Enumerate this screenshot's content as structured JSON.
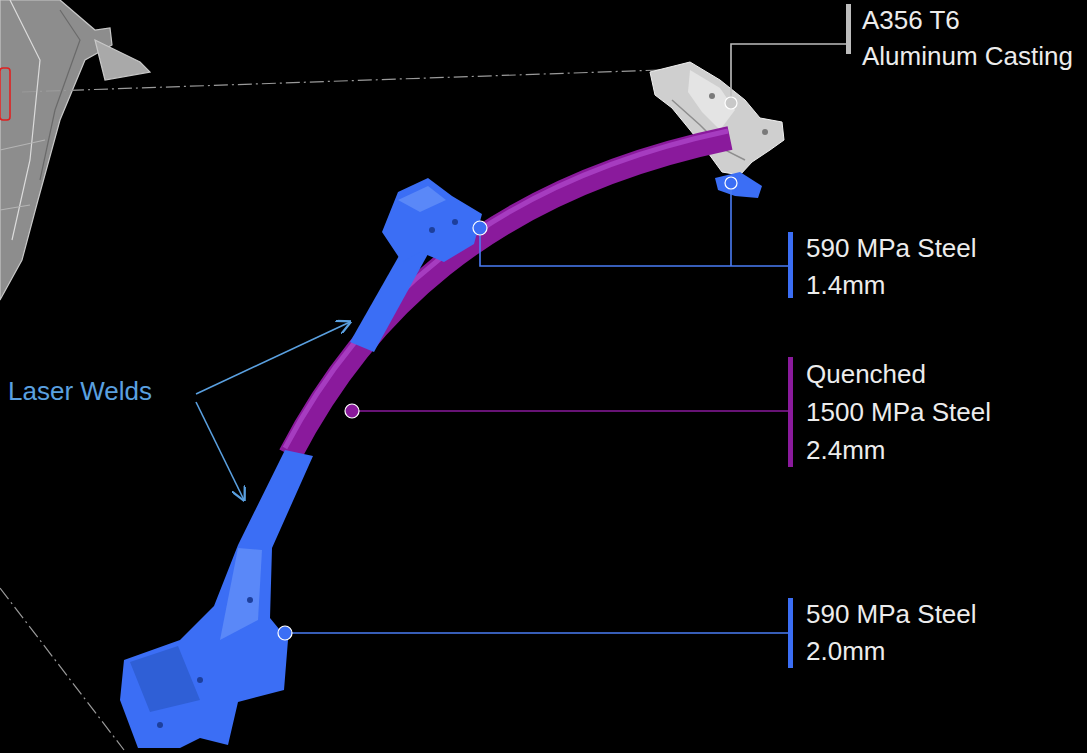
{
  "diagram": {
    "labels": [
      "A356 T6 Aluminum Casting",
      "590 MPa Steel 1.4mm",
      "Laser Welds",
      "Quenched 1500 MPa Steel 2.4mm",
      "590 MPa Steel 2.0mm"
    ]
  }
}
